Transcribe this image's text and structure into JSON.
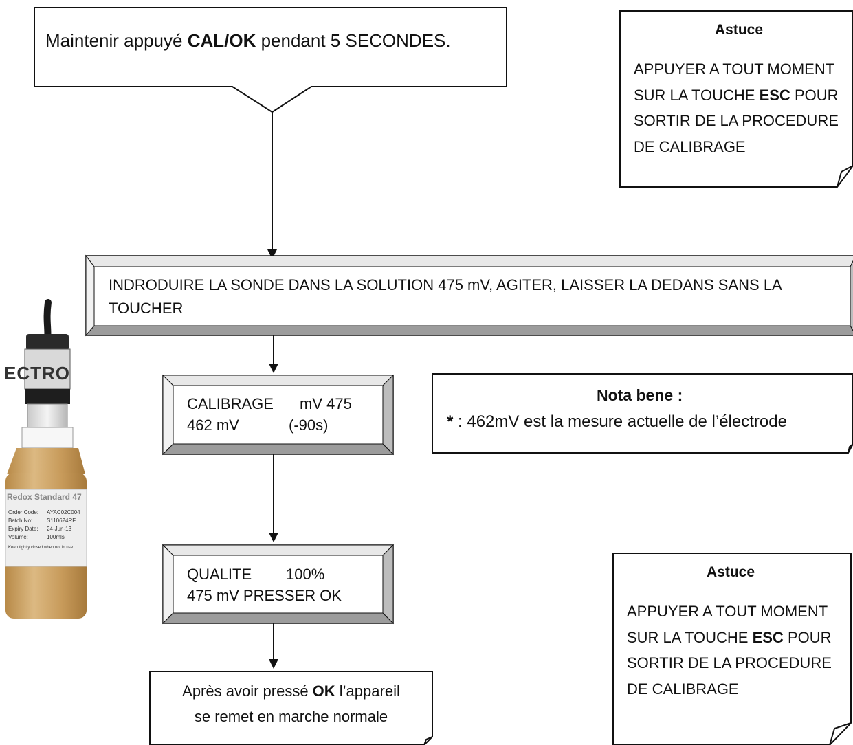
{
  "start_callout": {
    "text_before": "Maintenir appuyé ",
    "button_name": "CAL/OK",
    "text_after": " pendant 5 SECONDES."
  },
  "tip_top": {
    "title": "Astuce",
    "line1": "APPUYER A TOUT MOMENT",
    "line2_before": "SUR LA TOUCHE ",
    "line2_key": "ESC",
    "line2_after": " POUR",
    "line3": "SORTIR DE LA PROCEDURE",
    "line4": "DE CALIBRAGE"
  },
  "instruction": {
    "line1": "INDRODUIRE LA SONDE DANS LA SOLUTION 475 mV, AGITER, LAISSER LA DEDANS SANS LA",
    "line2": "TOUCHER"
  },
  "display_calibration": {
    "row1_left": "CALIBRAGE",
    "row1_right": "mV 475",
    "row2_left": "462 mV",
    "row2_right": "(-90s)"
  },
  "nota_bene": {
    "title": "Nota bene :",
    "star": "*",
    "text": " : 462mV est la  mesure actuelle de l’électrode"
  },
  "display_quality": {
    "row1_left": "QUALITE",
    "row1_right": "100%",
    "row2": "475 mV PRESSER OK"
  },
  "final_callout": {
    "line1_before": "Après avoir pressé ",
    "line1_key": "OK",
    "line1_after": " l’appareil",
    "line2": "se remet en marche normale"
  },
  "tip_bottom": {
    "title": "Astuce",
    "line1": "APPUYER A TOUT MOMENT",
    "line2_before": "SUR LA TOUCHE ",
    "line2_key": "ESC",
    "line2_after": " POUR",
    "line3": "SORTIR DE LA PROCEDURE",
    "line4": "DE CALIBRAGE"
  },
  "bottle_label": {
    "brand": "ECTRO",
    "product": "Redox Standard 47",
    "rows": [
      {
        "k": "Order Code:",
        "v": "AYAC02C004"
      },
      {
        "k": "Batch No:",
        "v": "S110624RF"
      },
      {
        "k": "Expiry Date:",
        "v": "24-Jun-13"
      },
      {
        "k": "Volume:",
        "v": "100mls"
      }
    ],
    "footer": "Keep tightly closed when not in use"
  },
  "colors": {
    "line": "#111111",
    "bevel_light": "#e6e6e6",
    "bevel_dark": "#8a8a8a",
    "bottle_liquid": "#c8a064",
    "bottle_cap": "#1e1e1e"
  }
}
